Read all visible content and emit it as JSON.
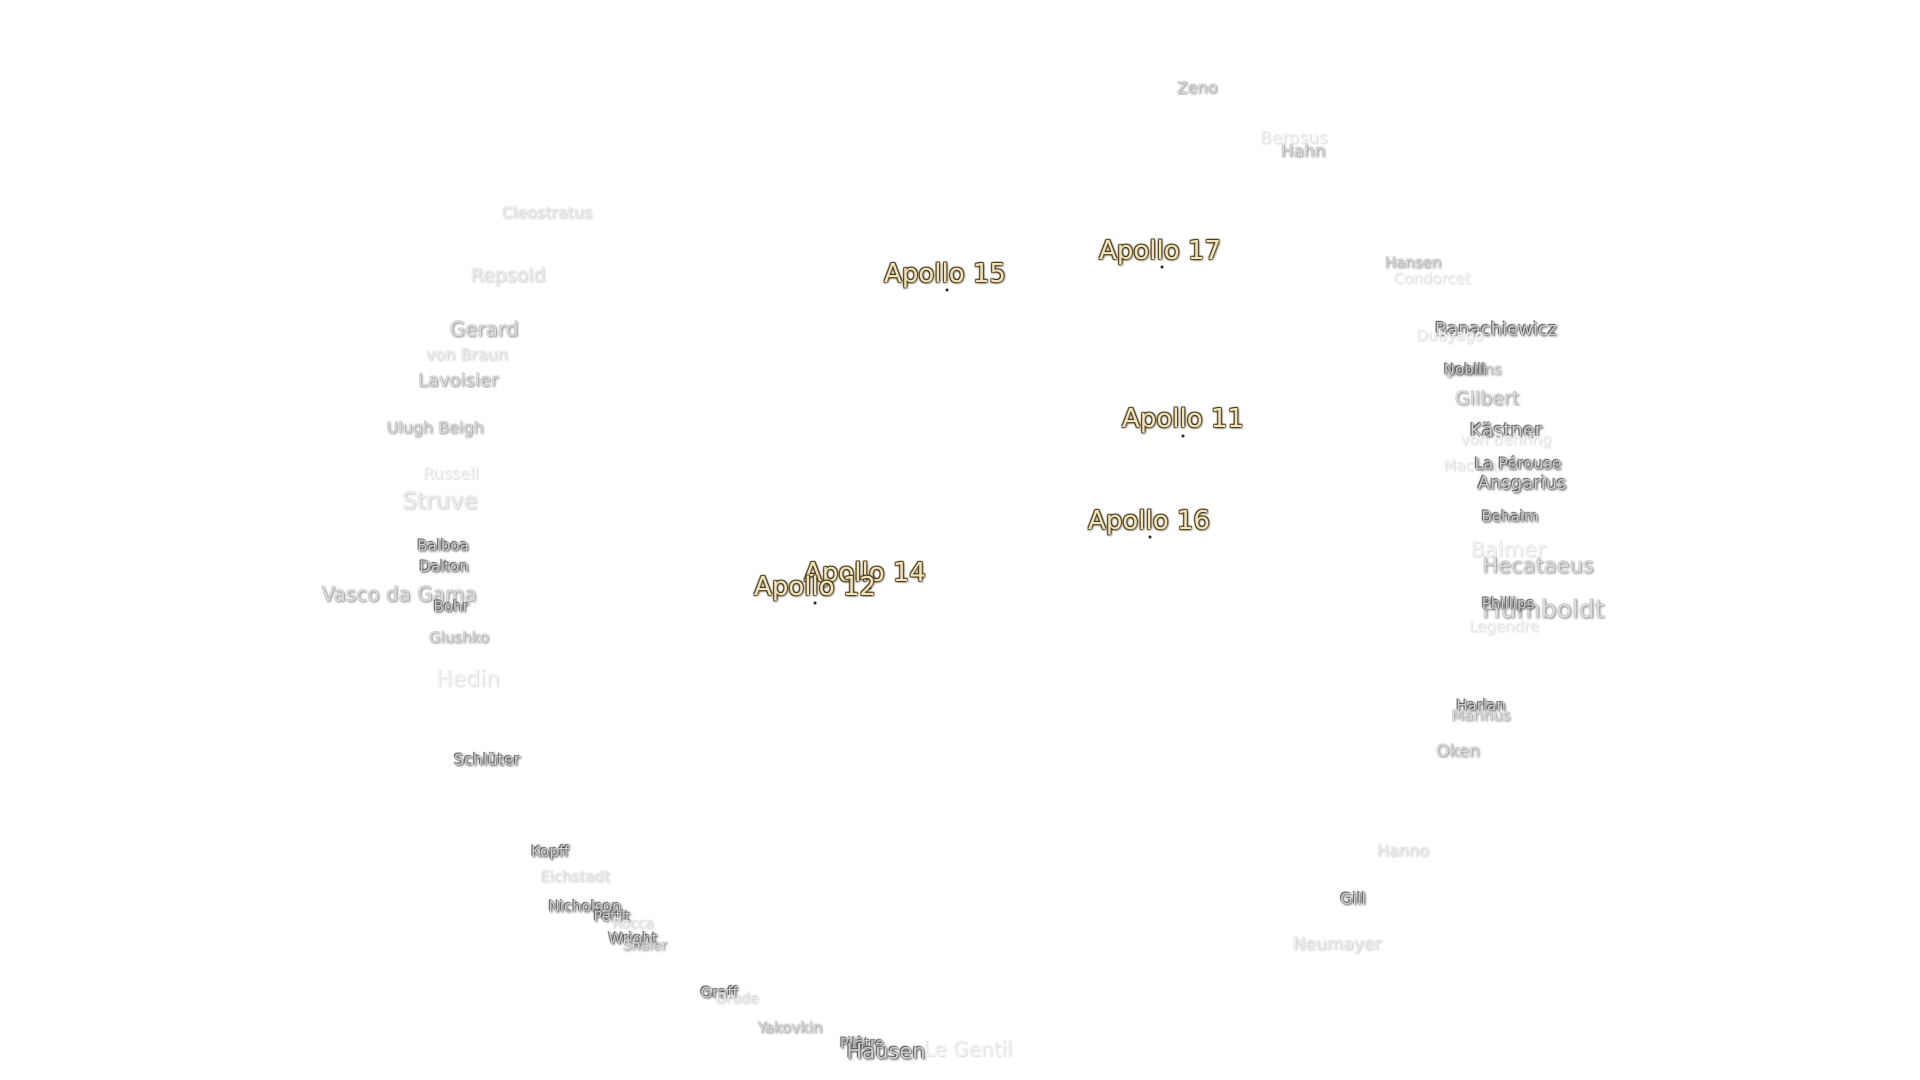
{
  "palette": {
    "background": "#ffffff",
    "apollo_fill": "#f1e3bd",
    "apollo_outline": "#4a3c18",
    "crater_fill": "#dcdcdc"
  },
  "apollo_sites": [
    {
      "name": "Apollo 15"
    },
    {
      "name": "Apollo 17"
    },
    {
      "name": "Apollo 11"
    },
    {
      "name": "Apollo 16"
    },
    {
      "name": "Apollo 14"
    },
    {
      "name": "Apollo 12"
    }
  ],
  "craters": [
    {
      "name": "Zeno"
    },
    {
      "name": "Hahn"
    },
    {
      "name": "Berosus"
    },
    {
      "name": "Cleostratus"
    },
    {
      "name": "Repsold"
    },
    {
      "name": "Gerard"
    },
    {
      "name": "von Braun"
    },
    {
      "name": "Lavoisier"
    },
    {
      "name": "Ulugh Beigh"
    },
    {
      "name": "Russell"
    },
    {
      "name": "Struve"
    },
    {
      "name": "Balboa"
    },
    {
      "name": "Dalton"
    },
    {
      "name": "Vasco da Gama"
    },
    {
      "name": "Bohr"
    },
    {
      "name": "Glushko"
    },
    {
      "name": "Hedin"
    },
    {
      "name": "Schlüter"
    },
    {
      "name": "Kopff"
    },
    {
      "name": "Eichstadt"
    },
    {
      "name": "Nicholson"
    },
    {
      "name": "Pettit"
    },
    {
      "name": "Rocca"
    },
    {
      "name": "Wright"
    },
    {
      "name": "Shaler"
    },
    {
      "name": "Graff"
    },
    {
      "name": "Drude"
    },
    {
      "name": "Yakovkin"
    },
    {
      "name": "Pilâtre"
    },
    {
      "name": "Hausen"
    },
    {
      "name": "Le Gentil"
    },
    {
      "name": "Hansen"
    },
    {
      "name": "Condorcet"
    },
    {
      "name": "Banachiewicz"
    },
    {
      "name": "Dubyago"
    },
    {
      "name": "Jenkins"
    },
    {
      "name": "Nobili"
    },
    {
      "name": "Gilbert"
    },
    {
      "name": "Kästner"
    },
    {
      "name": "von Behring"
    },
    {
      "name": "Maclaurin"
    },
    {
      "name": "La Pérouse"
    },
    {
      "name": "Ansgarius"
    },
    {
      "name": "Behaim"
    },
    {
      "name": "Balmer"
    },
    {
      "name": "Hecataeus"
    },
    {
      "name": "Humboldt"
    },
    {
      "name": "Phillips"
    },
    {
      "name": "Legendre"
    },
    {
      "name": "Harlan"
    },
    {
      "name": "Marinus"
    },
    {
      "name": "Oken"
    },
    {
      "name": "Hanno"
    },
    {
      "name": "Gill"
    },
    {
      "name": "Neumayer"
    }
  ]
}
